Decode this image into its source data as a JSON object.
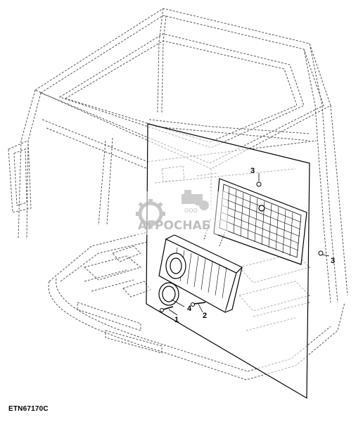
{
  "figure": {
    "code": "ETN67170C",
    "callouts": [
      {
        "id": "callout-1",
        "text": "1"
      },
      {
        "id": "callout-2",
        "text": "2"
      },
      {
        "id": "callout-3a",
        "text": "3"
      },
      {
        "id": "callout-3b",
        "text": "3"
      },
      {
        "id": "callout-4",
        "text": "4"
      }
    ]
  },
  "watermark": {
    "brand": "АГРОСНАБ",
    "prefix": "ООО"
  }
}
